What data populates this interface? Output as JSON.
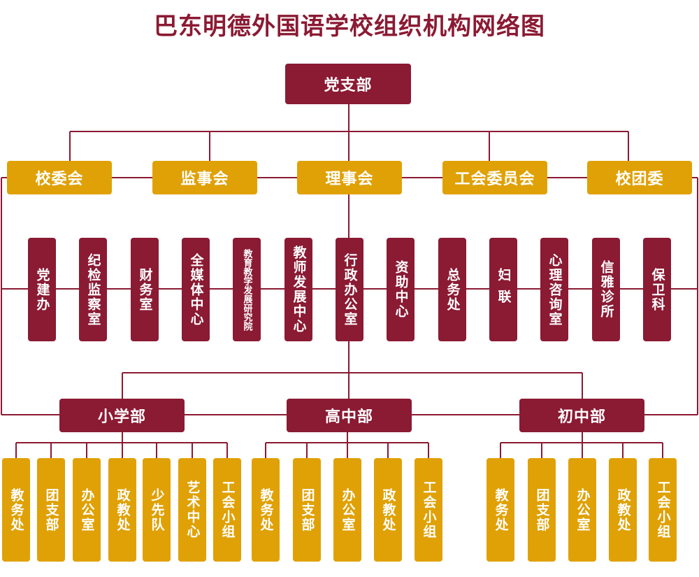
{
  "title": "巴东明德外国语学校组织机构网络图",
  "colors": {
    "primary": "#8b1a33",
    "secondary": "#e0a106",
    "line": "#8b1a33"
  },
  "top": {
    "label": "党支部"
  },
  "level2": [
    {
      "label": "校委会"
    },
    {
      "label": "监事会"
    },
    {
      "label": "理事会"
    },
    {
      "label": "工会委员会"
    },
    {
      "label": "校团委"
    }
  ],
  "departments": [
    {
      "label": "党建办"
    },
    {
      "label": "纪检监察室"
    },
    {
      "label": "财务室"
    },
    {
      "label": "全媒体中心"
    },
    {
      "label": "教育教学发展研究院"
    },
    {
      "label": "教师发展中心"
    },
    {
      "label": "行政办公室"
    },
    {
      "label": "资助中心"
    },
    {
      "label": "总务处"
    },
    {
      "label": "妇联"
    },
    {
      "label": "心理咨询室"
    },
    {
      "label": "信雅诊所"
    },
    {
      "label": "保卫科"
    }
  ],
  "divisions": [
    {
      "label": "小学部",
      "units": [
        {
          "label": "教务处"
        },
        {
          "label": "团支部"
        },
        {
          "label": "办公室"
        },
        {
          "label": "政教处"
        },
        {
          "label": "少先队"
        },
        {
          "label": "艺术中心"
        },
        {
          "label": "工会小组"
        }
      ]
    },
    {
      "label": "高中部",
      "units": [
        {
          "label": "教务处"
        },
        {
          "label": "团支部"
        },
        {
          "label": "办公室"
        },
        {
          "label": "政教处"
        },
        {
          "label": "工会小组"
        }
      ]
    },
    {
      "label": "初中部",
      "units": [
        {
          "label": "教务处"
        },
        {
          "label": "团支部"
        },
        {
          "label": "办公室"
        },
        {
          "label": "政教处"
        },
        {
          "label": "工会小组"
        }
      ]
    }
  ]
}
